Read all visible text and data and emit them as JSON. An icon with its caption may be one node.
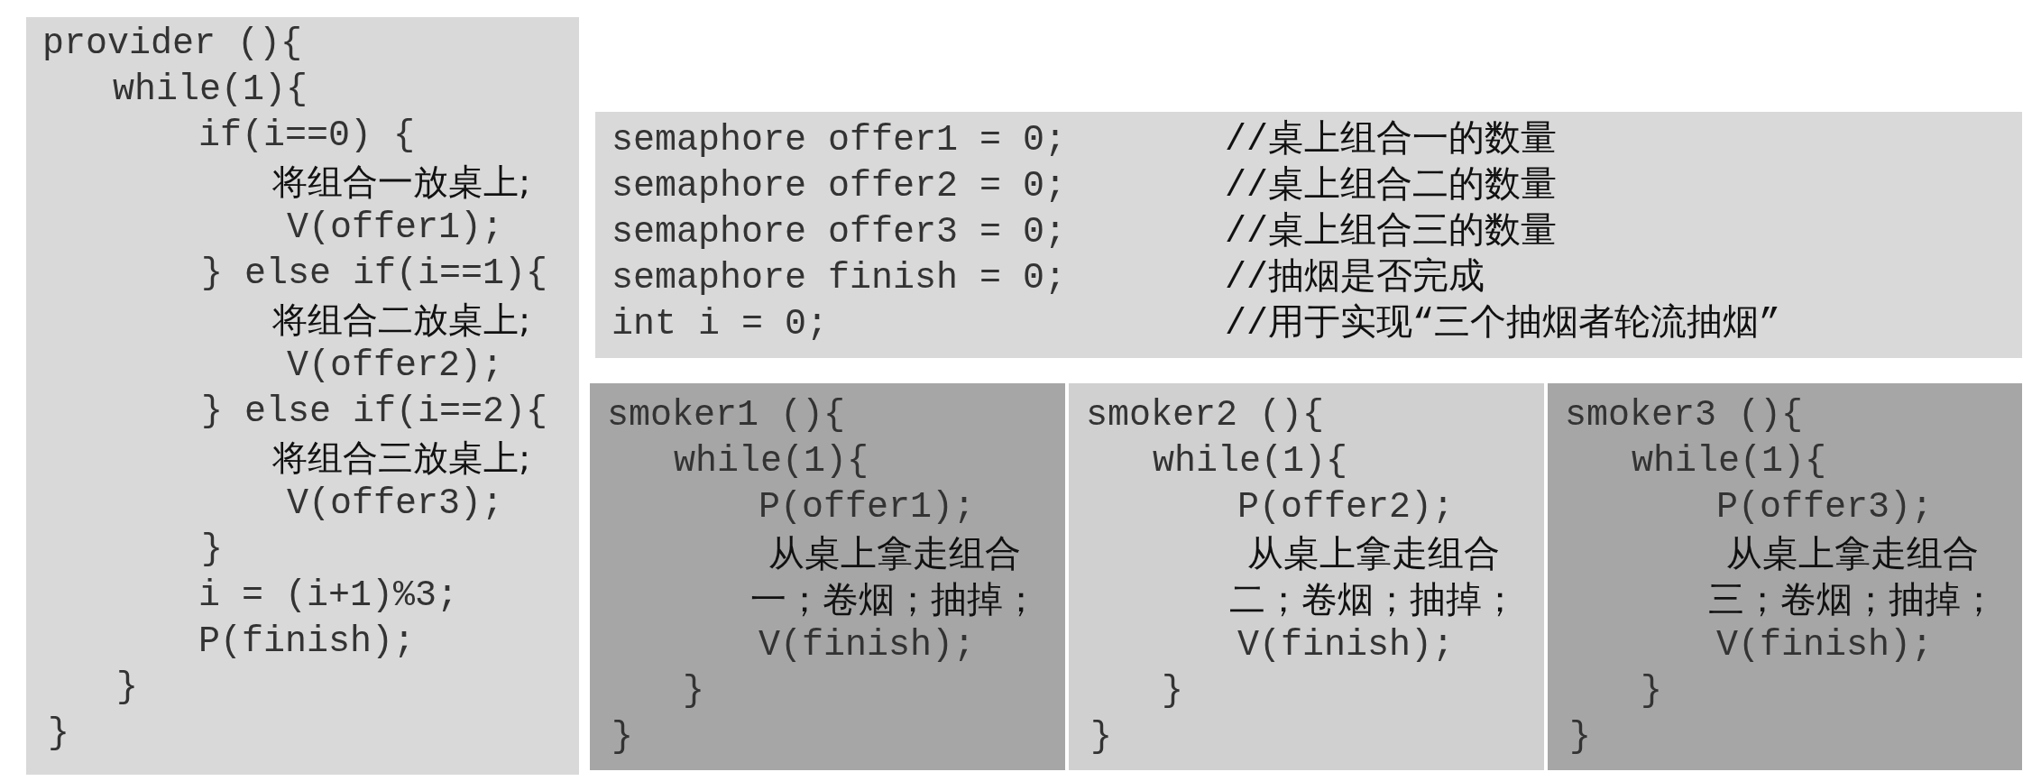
{
  "diagram": {
    "nodes": [
      {
        "text": [
          "provider (){",
          "while(1){",
          "if(i==0) {",
          "将组合一放桌上;",
          "V(offer1);",
          "} else if(i==1){",
          "将组合二放桌上;",
          "V(offer2);",
          "} else if(i==2){",
          "将组合三放桌上;",
          "V(offer3);",
          "}",
          "i = (i+1)%3;",
          "P(finish);",
          "}",
          "}"
        ]
      },
      {
        "text": [
          "semaphore offer1 = 0;",
          "//桌上组合一的数量",
          "semaphore offer2 = 0;",
          "//桌上组合二的数量",
          "semaphore offer3 = 0;",
          "//桌上组合三的数量",
          "semaphore finish = 0;",
          "//抽烟是否完成",
          "int i = 0;",
          "//用于实现“三个抽烟者轮流抽烟”"
        ]
      },
      {
        "text": [
          "smoker1 (){",
          "while(1){",
          "P(offer1);",
          "从桌上拿走组合一；卷烟；抽掉；",
          "V(finish);",
          "}",
          "}"
        ]
      },
      {
        "text": [
          "smoker2 (){",
          "while(1){",
          "P(offer2);",
          "从桌上拿走组合二；卷烟；抽掉；",
          "V(finish);",
          "}",
          "}"
        ]
      },
      {
        "text": [
          "smoker3 (){",
          "while(1){",
          "P(offer3);",
          "从桌上拿走组合三；卷烟；抽掉；",
          "V(finish);",
          "}",
          "}"
        ]
      }
    ]
  }
}
